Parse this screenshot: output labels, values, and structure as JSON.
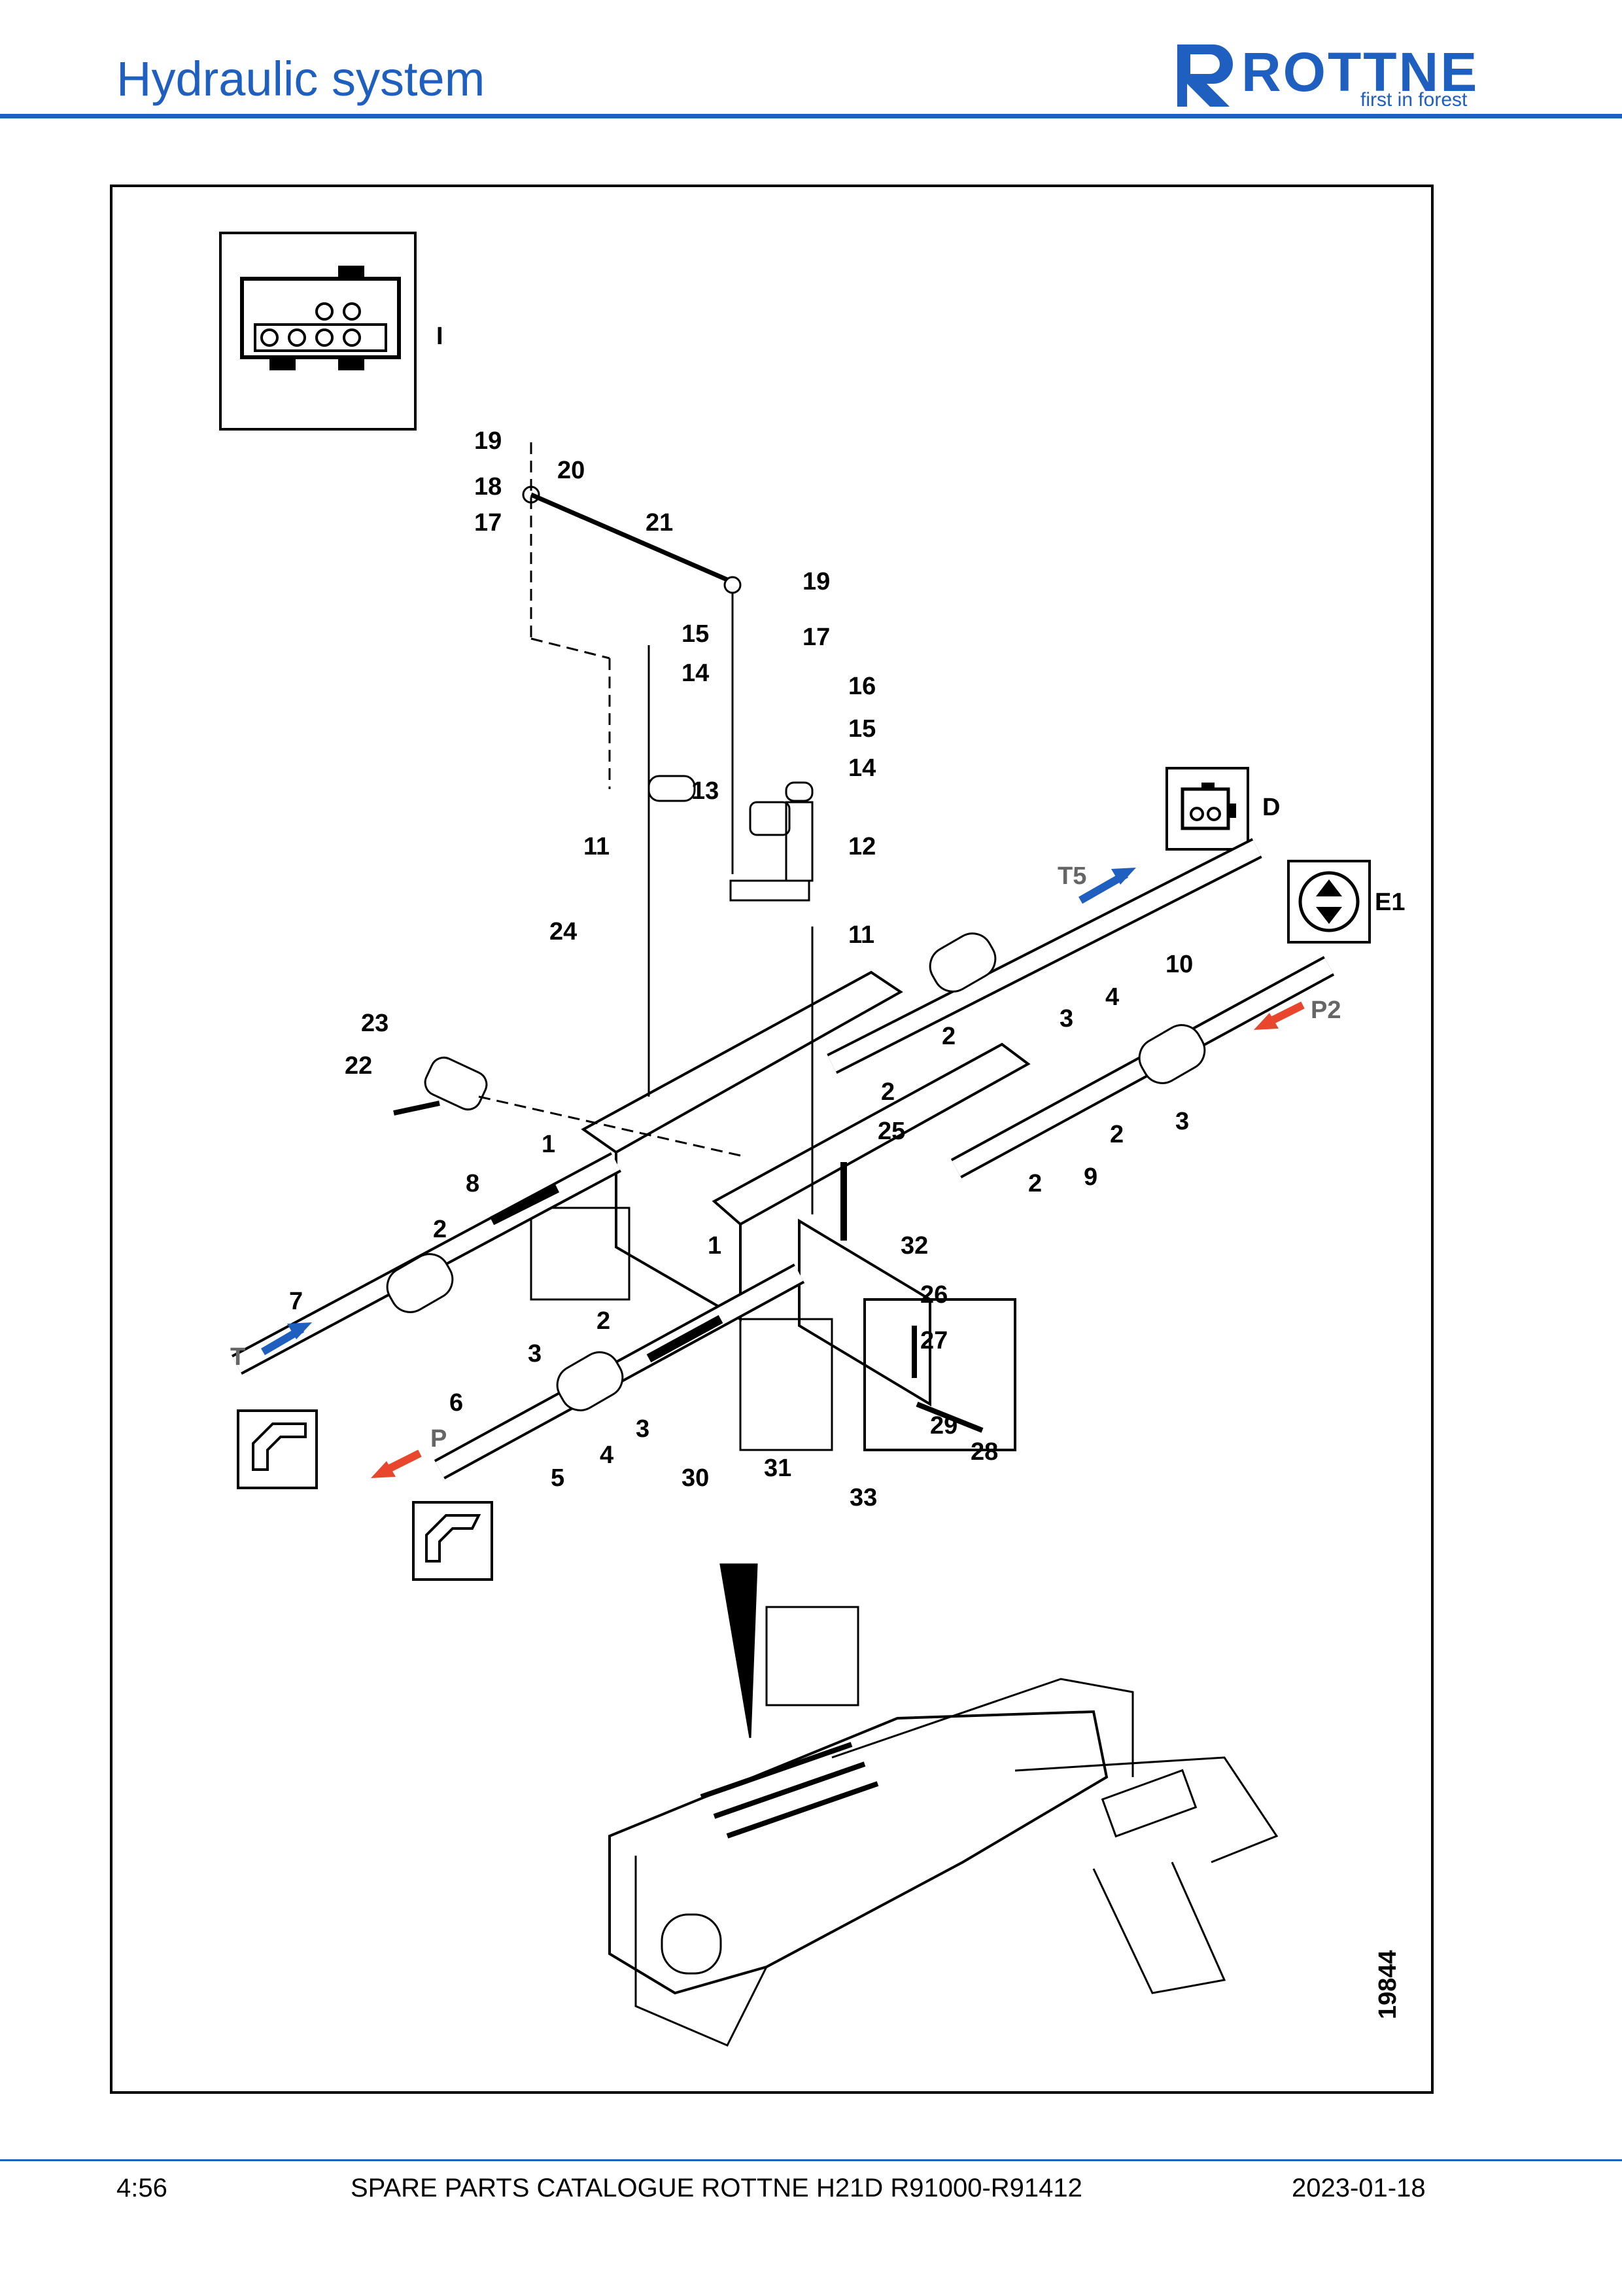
{
  "header": {
    "title": "Hydraulic system",
    "brand_name": "ROTTNE",
    "brand_tagline": "first in forest",
    "brand_color": "#1f5fbf"
  },
  "figure": {
    "figure_number": "19844",
    "panel_labels": [
      "I",
      "D",
      "E1"
    ],
    "port_labels": [
      "T5",
      "P2",
      "T",
      "P"
    ],
    "part_callouts": [
      "1",
      "2",
      "3",
      "4",
      "5",
      "6",
      "7",
      "8",
      "9",
      "10",
      "11",
      "12",
      "13",
      "14",
      "15",
      "16",
      "17",
      "18",
      "19",
      "20",
      "21",
      "22",
      "23",
      "24",
      "25",
      "26",
      "27",
      "28",
      "29",
      "30",
      "31",
      "32",
      "33"
    ],
    "arrow_colors": {
      "return": "#1f5fbf",
      "pressure": "#e8472e"
    }
  },
  "footer": {
    "page": "4:56",
    "catalogue": "SPARE PARTS CATALOGUE ROTTNE H21D R91000-R91412",
    "date": "2023-01-18"
  }
}
